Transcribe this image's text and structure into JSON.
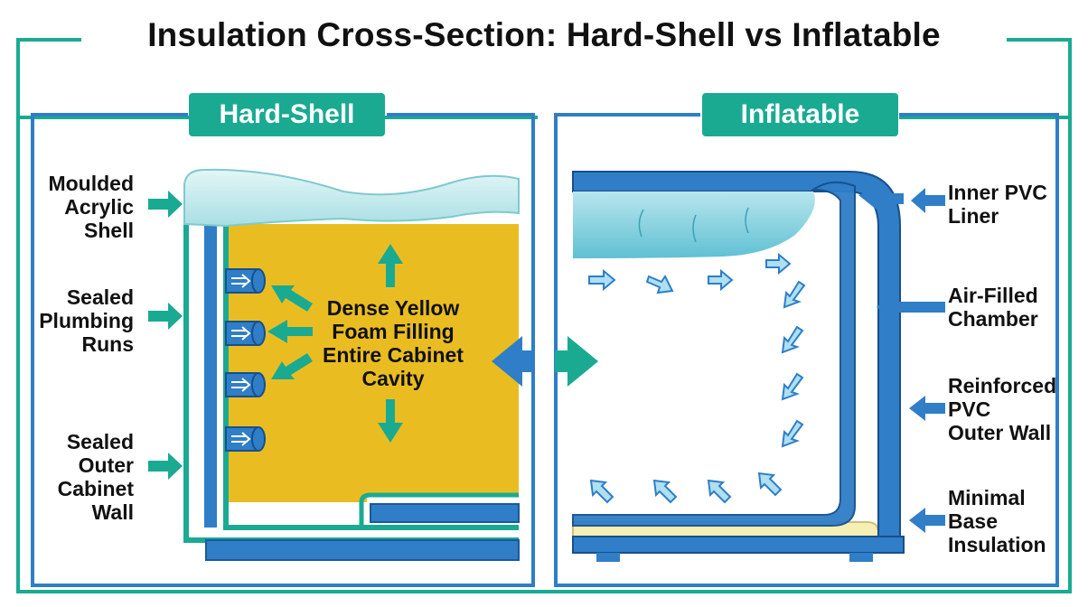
{
  "title": "Insulation Cross-Section: Hard-Shell vs Inflatable",
  "colors": {
    "teal": "#1aaa92",
    "blue": "#2f7ec7",
    "yellow": "#e9bd22",
    "water": "#8fd3df",
    "cream": "#f6efb4"
  },
  "panels": {
    "hard_shell": {
      "heading": "Hard-Shell",
      "labels": [
        {
          "lines": [
            "Moulded",
            "Acrylic",
            "Shell"
          ]
        },
        {
          "lines": [
            "Sealed",
            "Plumbing",
            "Runs"
          ]
        },
        {
          "lines": [
            "Sealed",
            "Outer",
            "Cabinet",
            "Wall"
          ]
        }
      ],
      "center": [
        "Dense Yellow",
        "Foam Filling",
        "Entire Cabinet",
        "Cavity"
      ]
    },
    "inflatable": {
      "heading": "Inflatable",
      "labels": [
        {
          "lines": [
            "Inner PVC",
            "Liner"
          ]
        },
        {
          "lines": [
            "Air-Filled",
            "Chamber"
          ]
        },
        {
          "lines": [
            "Reinforced",
            "PVC",
            "Outer Wall"
          ]
        },
        {
          "lines": [
            "Minimal",
            "Base",
            "Insulation"
          ]
        }
      ]
    }
  }
}
